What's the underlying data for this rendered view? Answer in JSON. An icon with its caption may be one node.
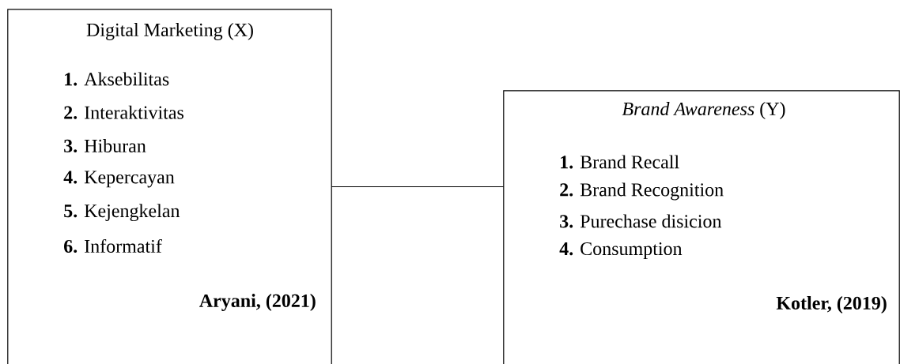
{
  "diagram": {
    "nodes": [
      {
        "text": [
          "Digital Marketing (X)",
          "**1.** Aksebilitas",
          "**2.** Interaktivitas",
          "**3.** Hiburan",
          "**4.** Kepercayan",
          "**5.** Kejengkelan",
          "**6.** Informatif",
          "Aryani, (2021)"
        ]
      },
      {
        "text": [
          "*Brand Awareness* (Y)",
          "**1.** Brand Recall",
          "**2.** Brand Recognition",
          "**3.** Purechase disicion",
          "**4.** Consumption",
          "Kotler, (2019)"
        ]
      }
    ],
    "edges": [
      {
        "from": 0,
        "to": 1,
        "arrow": "none"
      }
    ]
  }
}
